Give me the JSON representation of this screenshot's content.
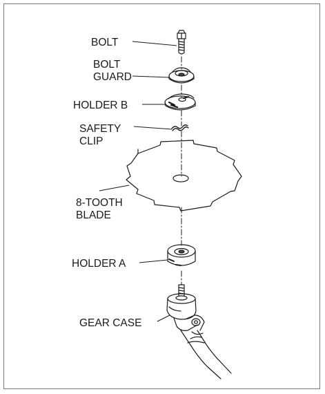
{
  "labels": {
    "bolt": "BOLT",
    "bolt_guard_1": "BOLT",
    "bolt_guard_2": "GUARD",
    "holder_b": "HOLDER B",
    "safety_clip_1": "SAFETY",
    "safety_clip_2": "CLIP",
    "blade_1": "8-TOOTH",
    "blade_2": "BLADE",
    "holder_a": "HOLDER A",
    "gear_case": "GEAR CASE"
  },
  "colors": {
    "line": "#1a1a1a",
    "frame": "#777777",
    "shade": "#444444"
  }
}
